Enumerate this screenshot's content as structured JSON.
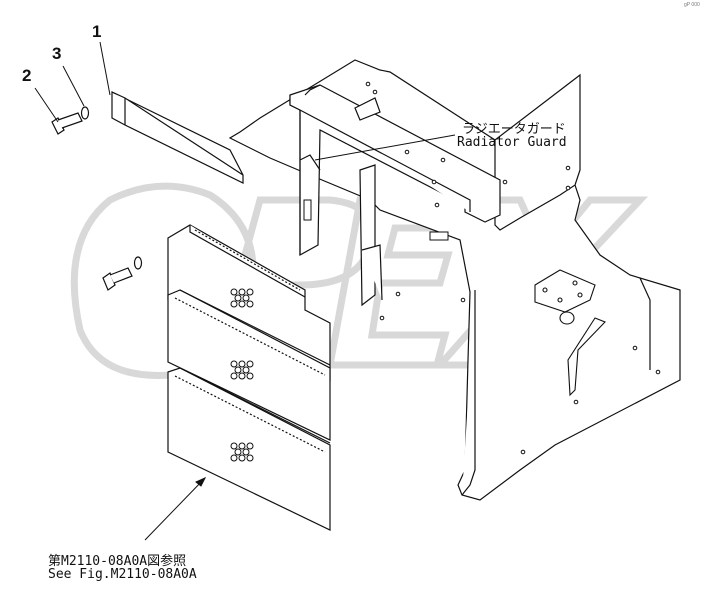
{
  "watermark": "OPEX",
  "parts": [
    {
      "number": "1"
    },
    {
      "number": "2"
    },
    {
      "number": "3"
    }
  ],
  "callout": {
    "jp": "ラジエータガード",
    "en": "Radiator Guard"
  },
  "reference": {
    "jp": "第M2110-08A0A図参照",
    "en": "See Fig.M2110-08A0A"
  },
  "corner_code": "gP 000",
  "colors": {
    "line": "#111111",
    "watermark": "#cfcfcf"
  }
}
